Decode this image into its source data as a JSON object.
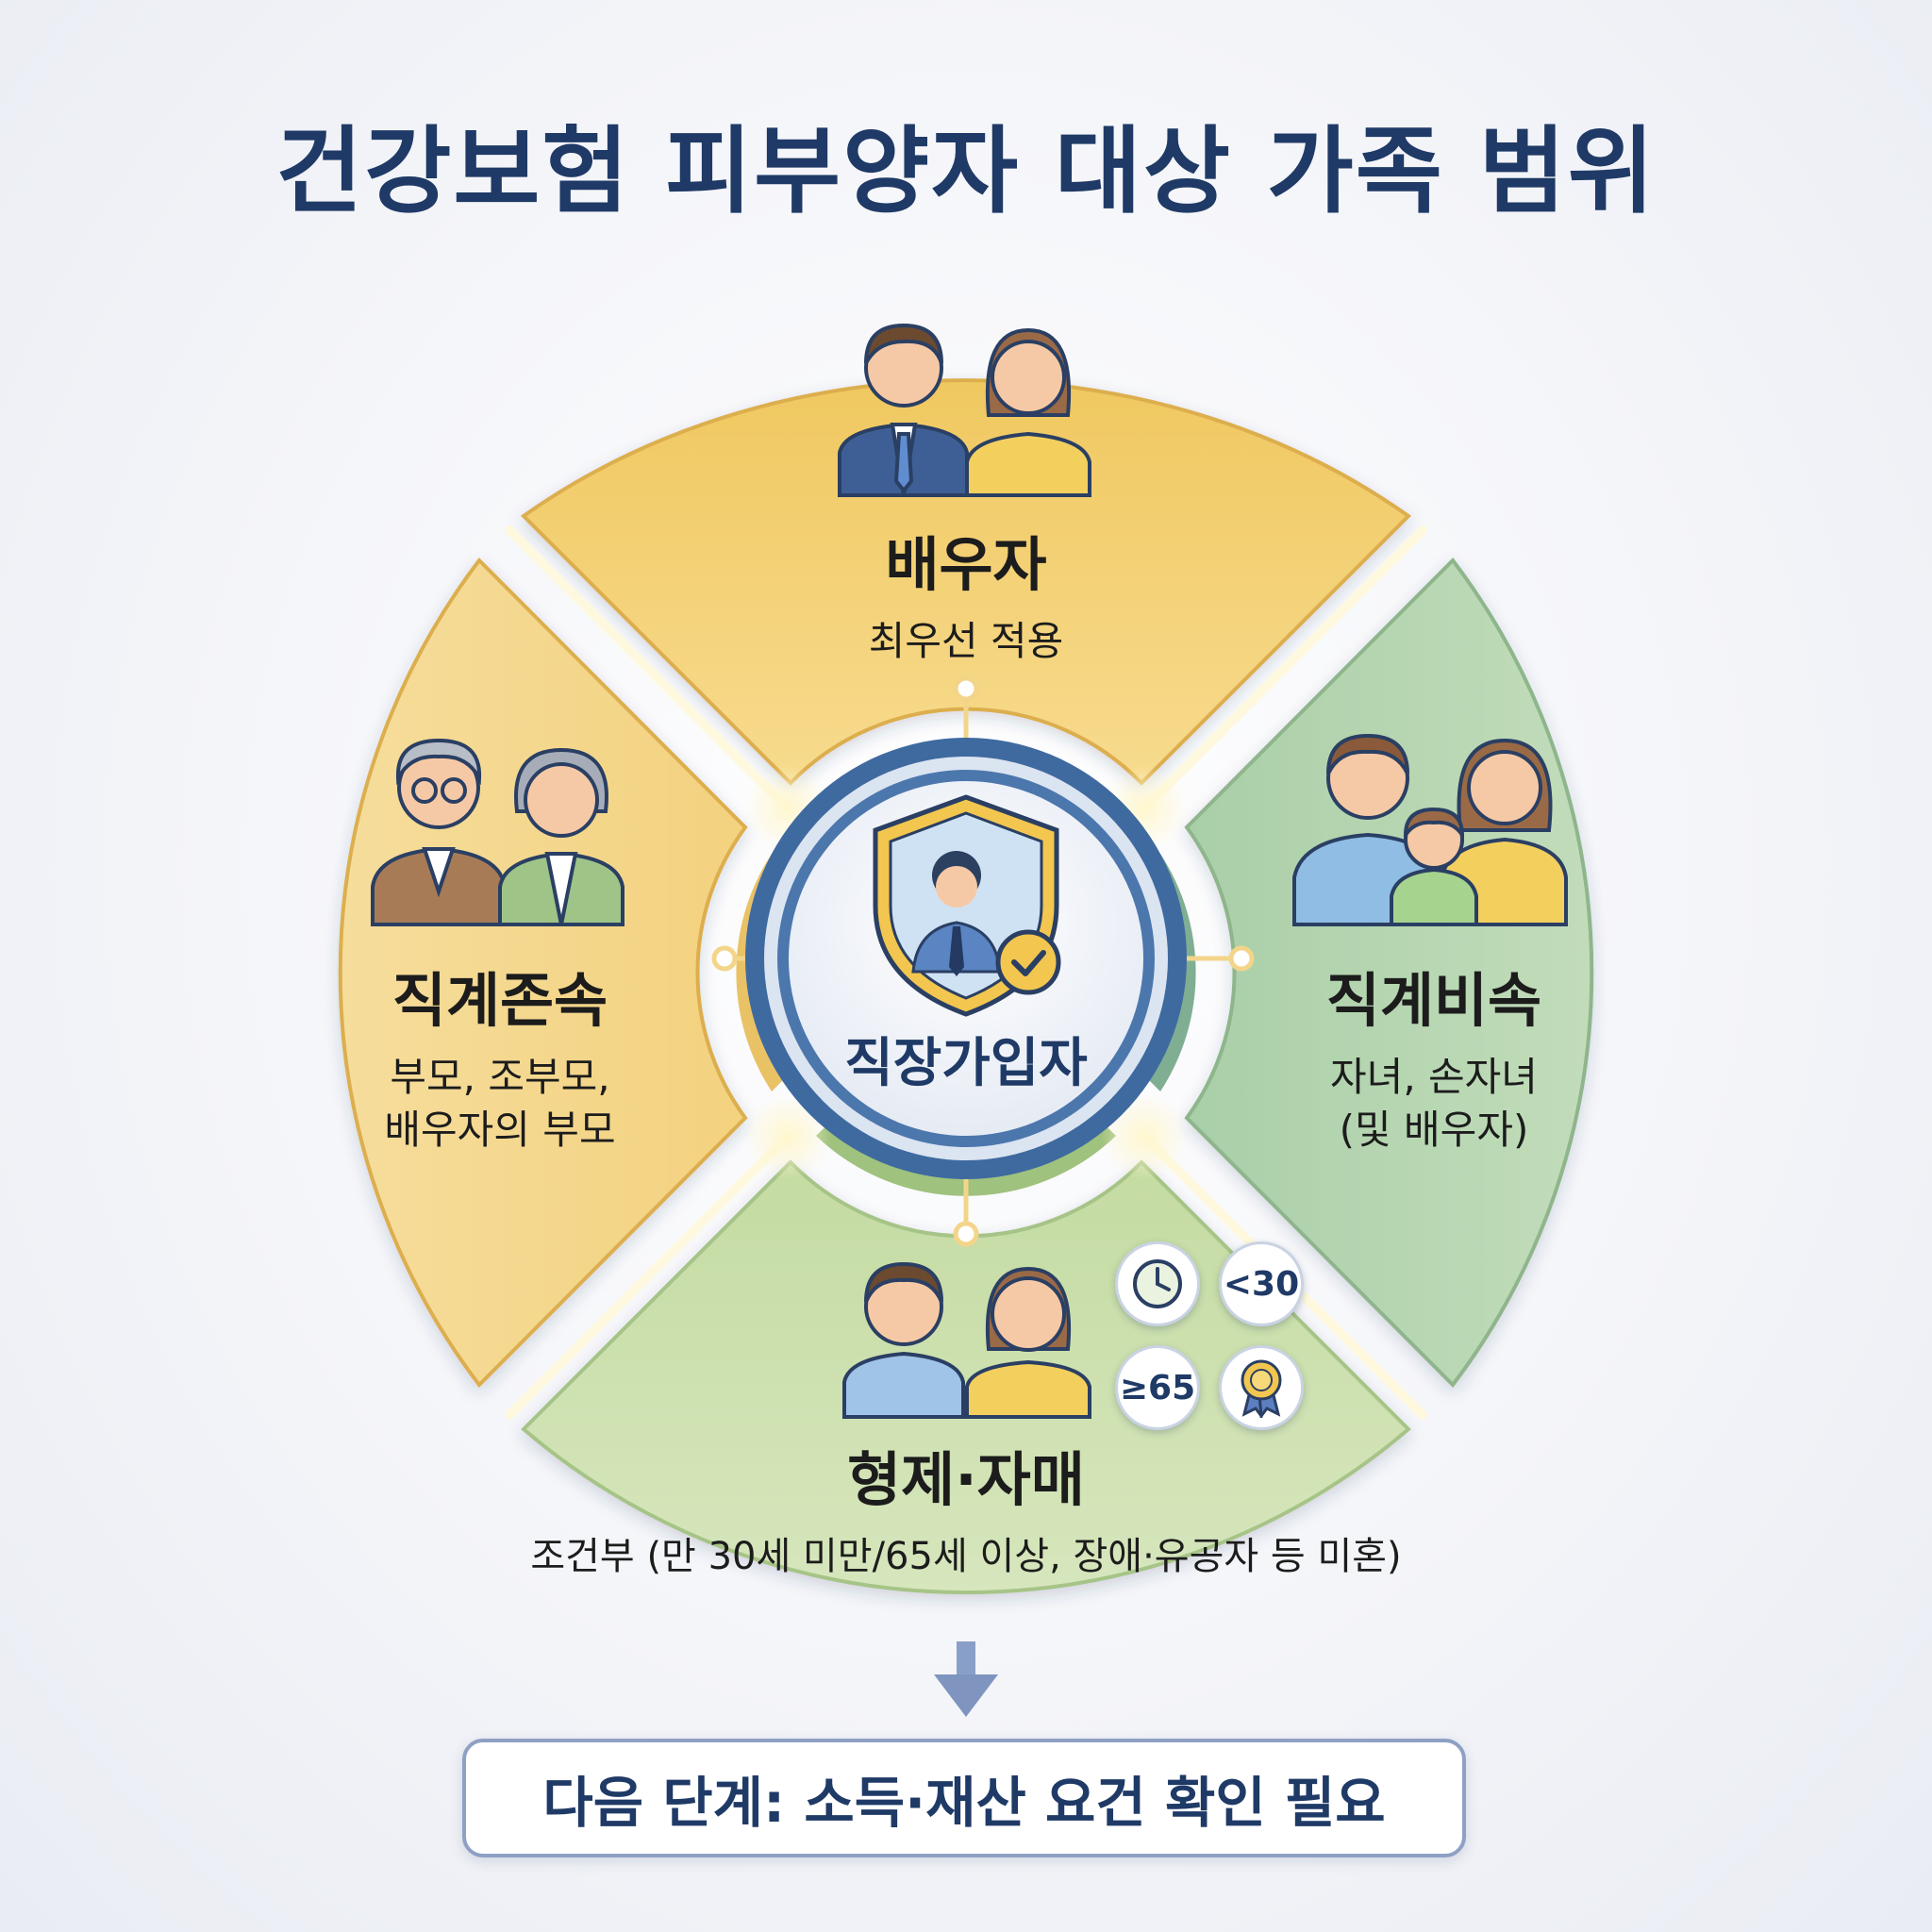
{
  "title": "건강보험 피부양자 대상 가족 범위",
  "center": {
    "label": "직장가입자",
    "icon": "shield-person-check-icon"
  },
  "segments": {
    "top": {
      "title": "배우자",
      "desc": "최우선 적용",
      "icon": "couple-icon",
      "color": "#f3cf6e"
    },
    "left": {
      "title": "직계존속",
      "desc_line1": "부모, 조부모,",
      "desc_line2": "배우자의 부모",
      "icon": "elderly-couple-icon",
      "color": "#f5dc97"
    },
    "right": {
      "title": "직계비속",
      "desc_line1": "자녀, 손자녀",
      "desc_line2": "(및 배우자)",
      "icon": "family-with-child-icon",
      "color": "#b9d7b3"
    },
    "bottom": {
      "title": "형제·자매",
      "desc": "조건부 (만 30세 미만/65세 이상, 장애·유공자 등 미혼)",
      "icon": "siblings-icon",
      "color": "#cde0ad"
    }
  },
  "badges": {
    "clock": "clock-icon",
    "under30": "<30",
    "over65": "≥65",
    "award": "award-ribbon-icon"
  },
  "next_step": "다음 단계: 소득·재산 요건 확인 필요"
}
